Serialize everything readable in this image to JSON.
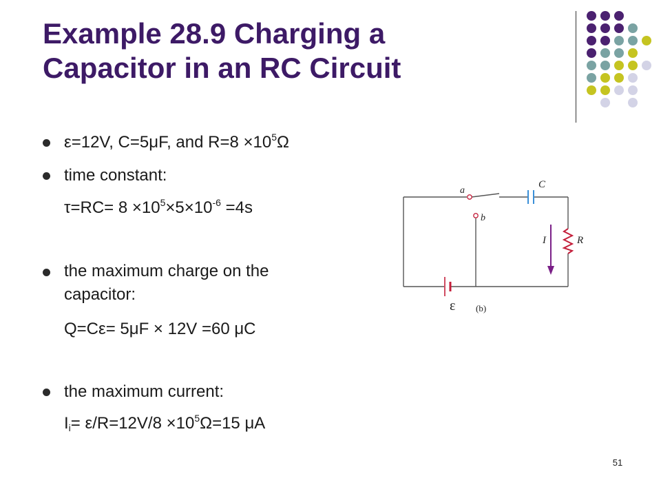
{
  "title": {
    "line1": "Example 28.9 Charging a",
    "line2": "Capacitor in an RC Circuit"
  },
  "colors": {
    "title": "#3d1a66",
    "purple": "#4b2170",
    "teal": "#7aa3a3",
    "olive": "#c5c421",
    "lavender": "#d3d3e6",
    "resistor": "#c41e3a",
    "capacitor": "#3a8fd8",
    "current_arrow": "#7a1f87"
  },
  "content": {
    "line1": {
      "eps": "ε",
      "a": "=12V, C=5",
      "mu": "μ",
      "b": "F, and R=8 ",
      "times": "×",
      "c": "10",
      "sup": "5",
      "omega": "Ω"
    },
    "line2": "time constant:",
    "line3": {
      "tau": "τ",
      "a": "=RC= 8 ",
      "times1": "×",
      "b": "10",
      "sup1": "5",
      "times2": "×",
      "c": "5",
      "times3": "×",
      "d": "10",
      "sup2": "-6",
      "e": " =4s"
    },
    "line4a": "the maximum charge on the",
    "line4b": "capacitor:",
    "line5": {
      "a": "Q=C",
      "eps": "ε",
      "b": "= 5",
      "mu1": "μ",
      "c": "F ",
      "times": "×",
      "d": " 12V =60 ",
      "mu2": "μ",
      "e": "C"
    },
    "line6": "the maximum current:",
    "line7": {
      "a": "I",
      "sub": "i",
      "b": "= ",
      "eps": "ε",
      "c": "/R=12V/8 ",
      "times": "×",
      "d": "10",
      "sup": "5",
      "omega": "Ω",
      "e": "=15 ",
      "mu": "μ",
      "f": "A"
    }
  },
  "diagram": {
    "label_a": "a",
    "label_b": "b",
    "label_c": "C",
    "label_i": "I",
    "label_r": "R",
    "label_emf": "ε",
    "caption": "(b)"
  },
  "page_number": "51"
}
